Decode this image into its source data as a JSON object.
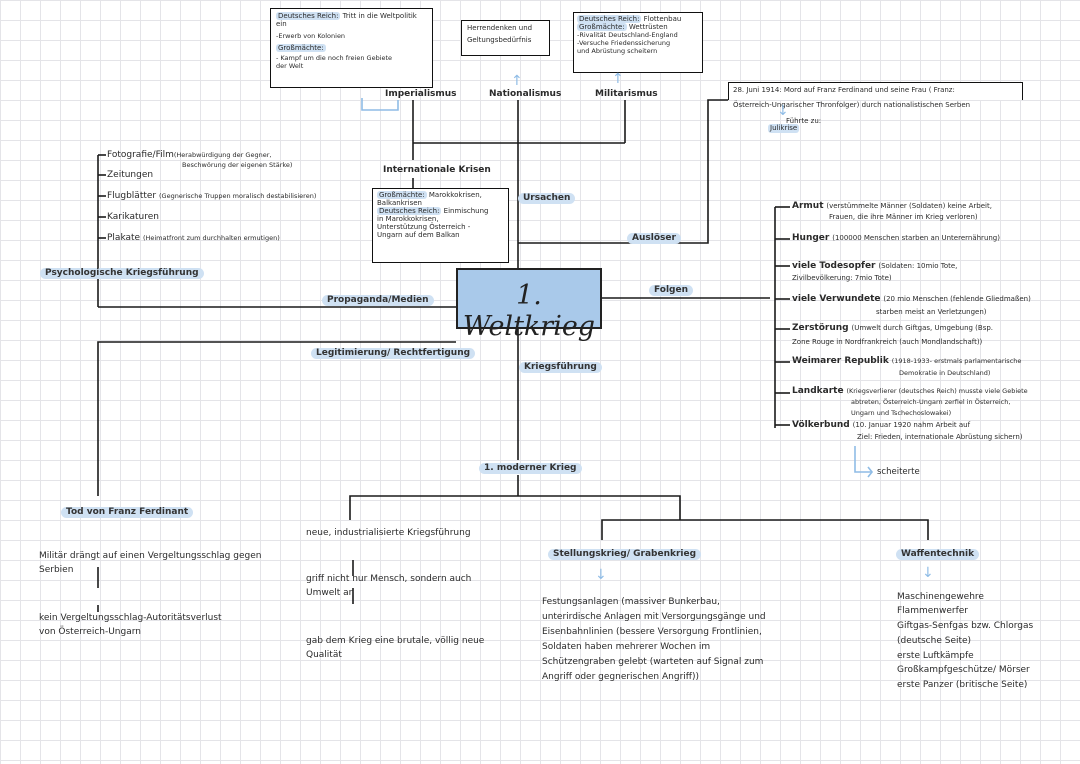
{
  "center": "1. Weltkrieg",
  "branches": {
    "ursachen": "Ursachen",
    "ausloeser": "Auslöser",
    "folgen": "Folgen",
    "propaganda": "Propaganda/Medien",
    "legitimierung": "Legitimierung/ Rechtfertigung",
    "kriegsfuehrung": "Kriegsführung"
  },
  "causes": {
    "imperialismus": "Imperialismus",
    "nationalismus": "Nationalismus",
    "militarismus": "Militarismus",
    "internationale_krisen": "Internationale Krisen",
    "imperialismus_box": {
      "dr_label": "Deutsches Reich:",
      "dr_text": " Tritt in die Weltpolitik",
      "line2": "ein",
      "line3": "-Erwerb von Kolonien",
      "gm_label": "Großmächte:",
      "line5": "- Kampf um die noch freien Gebiete",
      "line6": "der Welt"
    },
    "nationalismus_box": {
      "line1": "Herrendenken und",
      "line2": "Geltungsbedürfnis"
    },
    "militarismus_box": {
      "dr_label": "Deutsches Reich:",
      "dr_text": " Flottenbau",
      "gm_label": "Großmächte:",
      "gm_text": " Wettrüsten",
      "line3": "-Rivalität Deutschland-England",
      "line4": "-Versuche Friedenssicherung",
      "line5": "und Abrüstung scheitern"
    },
    "krisen_box": {
      "gm_label": "Großmächte:",
      "gm_text": " Marokkokrisen,",
      "line2": "Balkankrisen",
      "dr_label": "Deutsches Reich:",
      "dr_text": " Einmischung",
      "line4": "in Marokkokrisen,",
      "line5": "Unterstützung Österreich -",
      "line6": "Ungarn auf dem Balkan"
    }
  },
  "trigger": {
    "line1": "28. Juni 1914: Mord auf Franz Ferdinand und seine Frau ( Franz:",
    "line2": "Österreich-Ungarischer Thronfolger) durch nationalistischen Serben",
    "fuehrte_zu": "Führte zu:",
    "julikrise": "Julikrise"
  },
  "propaganda": {
    "items": [
      {
        "label": "Fotografie/Film",
        "note": "(Herabwürdigung der Gegner,",
        "note2": "Beschwörung der eigenen Stärke)"
      },
      {
        "label": "Zeitungen",
        "note": ""
      },
      {
        "label": "Flugblätter",
        "note": "(Gegnerische Truppen moralisch destabilisieren)"
      },
      {
        "label": "Karikaturen",
        "note": ""
      },
      {
        "label": "Plakate",
        "note": "(Heimatfront zum durchhalten ermutigen)"
      }
    ],
    "footer": "Psychologische Kriegsführung"
  },
  "legitimation": {
    "title": "Tod von Franz Ferdinant",
    "line1": "Militär drängt auf einen Vergeltungsschlag gegen",
    "line1b": "Serbien",
    "line2": "kein Vergeltungsschlag-Autoritätsverlust",
    "line2b": "von Österreich-Ungarn"
  },
  "consequences": [
    {
      "label": "Armut",
      "d1": "(verstümmelte Männer (Soldaten) keine Arbeit,",
      "d2": "Frauen, die ihre Männer im Krieg verloren)"
    },
    {
      "label": "Hunger",
      "d1": "(100000 Menschen starben an Unterernährung)",
      "d2": ""
    },
    {
      "label": "viele Todesopfer",
      "d1": "(Soldaten: 10mio Tote,",
      "d2": "Zivilbevölkerung: 7mio Tote)"
    },
    {
      "label": "viele Verwundete",
      "d1": "(20 mio Menschen (fehlende Gliedmaßen)",
      "d2": "starben meist an Verletzungen)"
    },
    {
      "label": "Zerstörung",
      "d1": "(Umwelt durch Giftgas, Umgebung (Bsp.",
      "d2": "Zone Rouge in Nordfrankreich (auch Mondlandschaft))"
    },
    {
      "label": "Weimarer Republik",
      "d1": "(1918-1933- erstmals parlamentarische",
      "d2": "Demokratie in Deutschland)"
    },
    {
      "label": "Landkarte",
      "d1": "(Kriegsverlierer (deutsches Reich) musste viele Gebiete",
      "d2": "abtreten, Österreich-Ungarn zerfiel in Österreich,",
      "d3": "Ungarn und Tschechoslowakei)"
    },
    {
      "label": "Völkerbund",
      "d1": "(10. Januar 1920 nahm Arbeit auf",
      "d2": "Ziel: Frieden, internationale Abrüstung sichern)"
    }
  ],
  "voelkerbund_result": "scheiterte",
  "warfare": {
    "title": "1. moderner Krieg",
    "col1": [
      "neue, industrialisierte Kriegsführung",
      "griff nicht nur Mensch, sondern auch",
      "Umwelt an",
      "gab dem Krieg eine brutale, völlig neue",
      "Qualität"
    ],
    "stellung": {
      "title": "Stellungskrieg/ Grabenkrieg",
      "lines": [
        "Festungsanlagen (massiver Bunkerbau,",
        "unterirdische Anlagen mit Versorgungsgänge und",
        "Eisenbahnlinien (bessere Versorgung Frontlinien,",
        "Soldaten haben mehrerer Wochen im",
        "Schützengraben gelebt (warteten auf Signal zum",
        "Angriff oder gegnerischen Angriff))"
      ]
    },
    "waffen": {
      "title": "Waffentechnik",
      "lines": [
        "Maschinengewehre",
        "Flammenwerfer",
        "Giftgas-Senfgas bzw. Chlorgas",
        "(deutsche Seite)",
        "erste Luftkämpfe",
        "Großkampfgeschütze/ Mörser",
        "erste Panzer (britische Seite)"
      ]
    }
  }
}
